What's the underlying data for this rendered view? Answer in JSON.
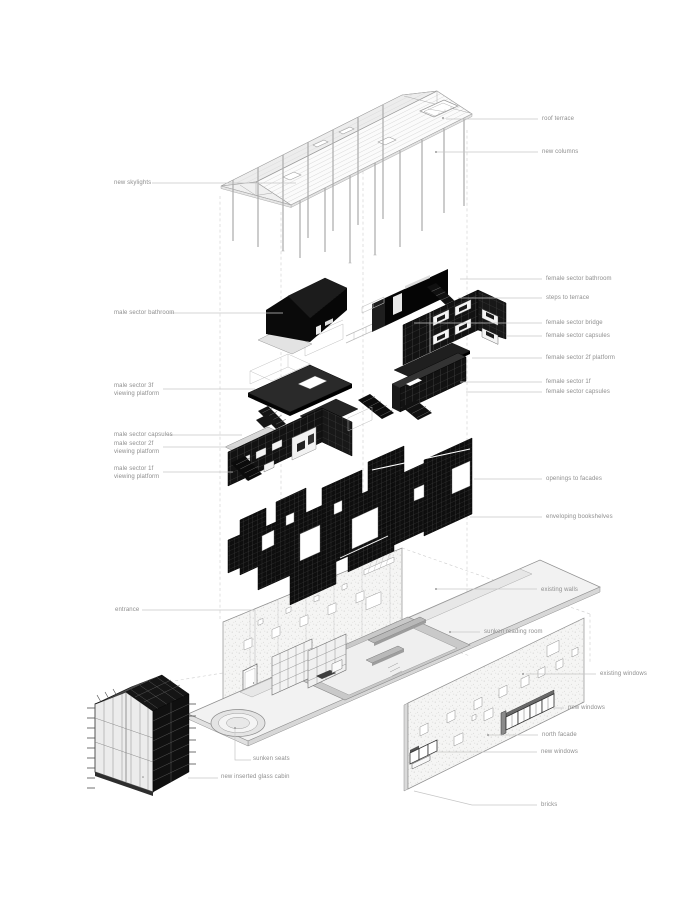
{
  "colors": {
    "background": "#ffffff",
    "drawing_black": "#0a0a0a",
    "line_gray": "#9a9a9a",
    "leader_gray": "#c6c6c6",
    "label_gray": "#8e8e8e",
    "light_fill": "#f0f0f0"
  },
  "labels": {
    "left": [
      {
        "id": "new-skylights",
        "text": "new skylights"
      },
      {
        "id": "male-sector-bathroom",
        "text": "male sector bathroom"
      },
      {
        "id": "male-sector-3f-viewing-platform",
        "text": "male sector 3f\nviewing platform"
      },
      {
        "id": "male-sector-capsules",
        "text": "male sector capsules"
      },
      {
        "id": "male-sector-2f-viewing-platform",
        "text": "male sector 2f\nviewing platform"
      },
      {
        "id": "male-sector-1f-viewing-platform",
        "text": "male sector 1f\nviewing platform"
      },
      {
        "id": "entrance",
        "text": "entrance"
      },
      {
        "id": "sunken-seats",
        "text": "sunken seats"
      },
      {
        "id": "new-inserted-glass-cabin",
        "text": "new inserted glass cabin"
      }
    ],
    "right": [
      {
        "id": "roof-terrace",
        "text": "roof terrace"
      },
      {
        "id": "new-columns",
        "text": "new columns"
      },
      {
        "id": "female-sector-bathroom",
        "text": "female sector bathroom"
      },
      {
        "id": "steps-to-terrace",
        "text": "steps to terrace"
      },
      {
        "id": "female-sector-bridge",
        "text": "female sector bridge"
      },
      {
        "id": "female-sector-capsules",
        "text": "female sector capsules"
      },
      {
        "id": "female-sector-2f-platform",
        "text": "female sector 2f platform"
      },
      {
        "id": "female-sector-1f",
        "text": "female sector 1f"
      },
      {
        "id": "female-sector-capsules-2",
        "text": "female sector capsules"
      },
      {
        "id": "openings-to-facades",
        "text": "openings to facades"
      },
      {
        "id": "enveloping-bookshelves",
        "text": "enveloping bookshelves"
      },
      {
        "id": "existing-walls",
        "text": "existing walls"
      },
      {
        "id": "sunken-reading-room",
        "text": "sunken reading room"
      },
      {
        "id": "existing-windows",
        "text": "existing windows"
      },
      {
        "id": "new-windows-upper",
        "text": "new windows"
      },
      {
        "id": "north-facade",
        "text": "north facade"
      },
      {
        "id": "new-windows-lower",
        "text": "new windows"
      },
      {
        "id": "bricks",
        "text": "bricks"
      }
    ]
  }
}
